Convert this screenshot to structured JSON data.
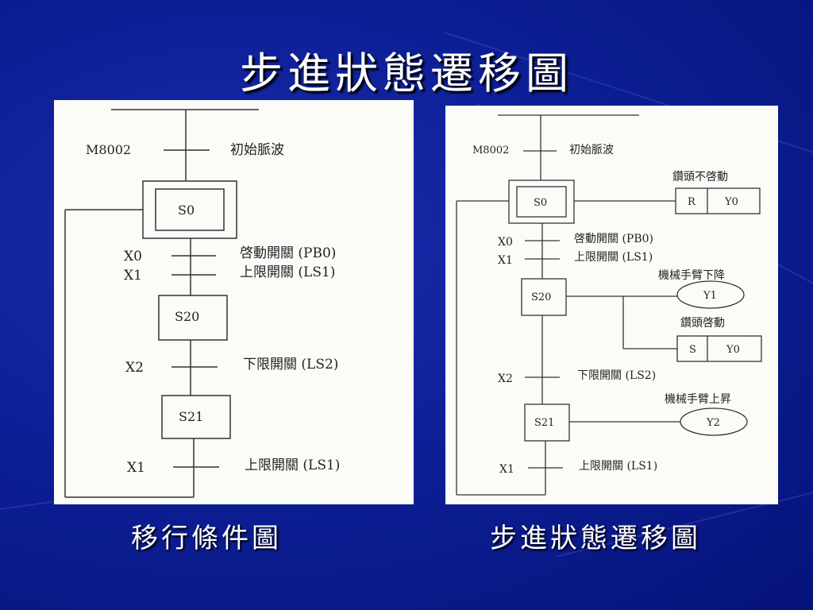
{
  "slide": {
    "title": "步進狀態遷移圖",
    "left_caption": "移行條件圖",
    "right_caption": "步進狀態遷移圖"
  },
  "left_diagram": {
    "init_contact": "M8002",
    "init_desc": "初始脈波",
    "steps": [
      "S0",
      "S20",
      "S21"
    ],
    "transitions": [
      {
        "contact": "X0",
        "desc": "啓動開關 (PB0)"
      },
      {
        "contact": "X1",
        "desc": "上限開關 (LS1)"
      },
      {
        "contact": "X2",
        "desc": "下限開關 (LS2)"
      },
      {
        "contact": "X1",
        "desc": "上限開關 (LS1)"
      }
    ]
  },
  "right_diagram": {
    "init_contact": "M8002",
    "init_desc": "初始脈波",
    "steps": [
      "S0",
      "S20",
      "S21"
    ],
    "transitions": [
      {
        "contact": "X0",
        "desc": "啓動開關 (PB0)"
      },
      {
        "contact": "X1",
        "desc": "上限開關 (LS1)"
      },
      {
        "contact": "X2",
        "desc": "下限開關 (LS2)"
      },
      {
        "contact": "X1",
        "desc": "上限開關 (LS1)"
      }
    ],
    "actions": {
      "s0_note": "鑽頭不啓動",
      "s0_cmd": "R",
      "s0_out": "Y0",
      "s20_note1": "機械手臂下降",
      "s20_out1": "Y1",
      "s20_note2": "鑽頭啓動",
      "s20_cmd2": "S",
      "s20_out2": "Y0",
      "s21_note": "機械手臂上昇",
      "s21_out": "Y2"
    }
  }
}
